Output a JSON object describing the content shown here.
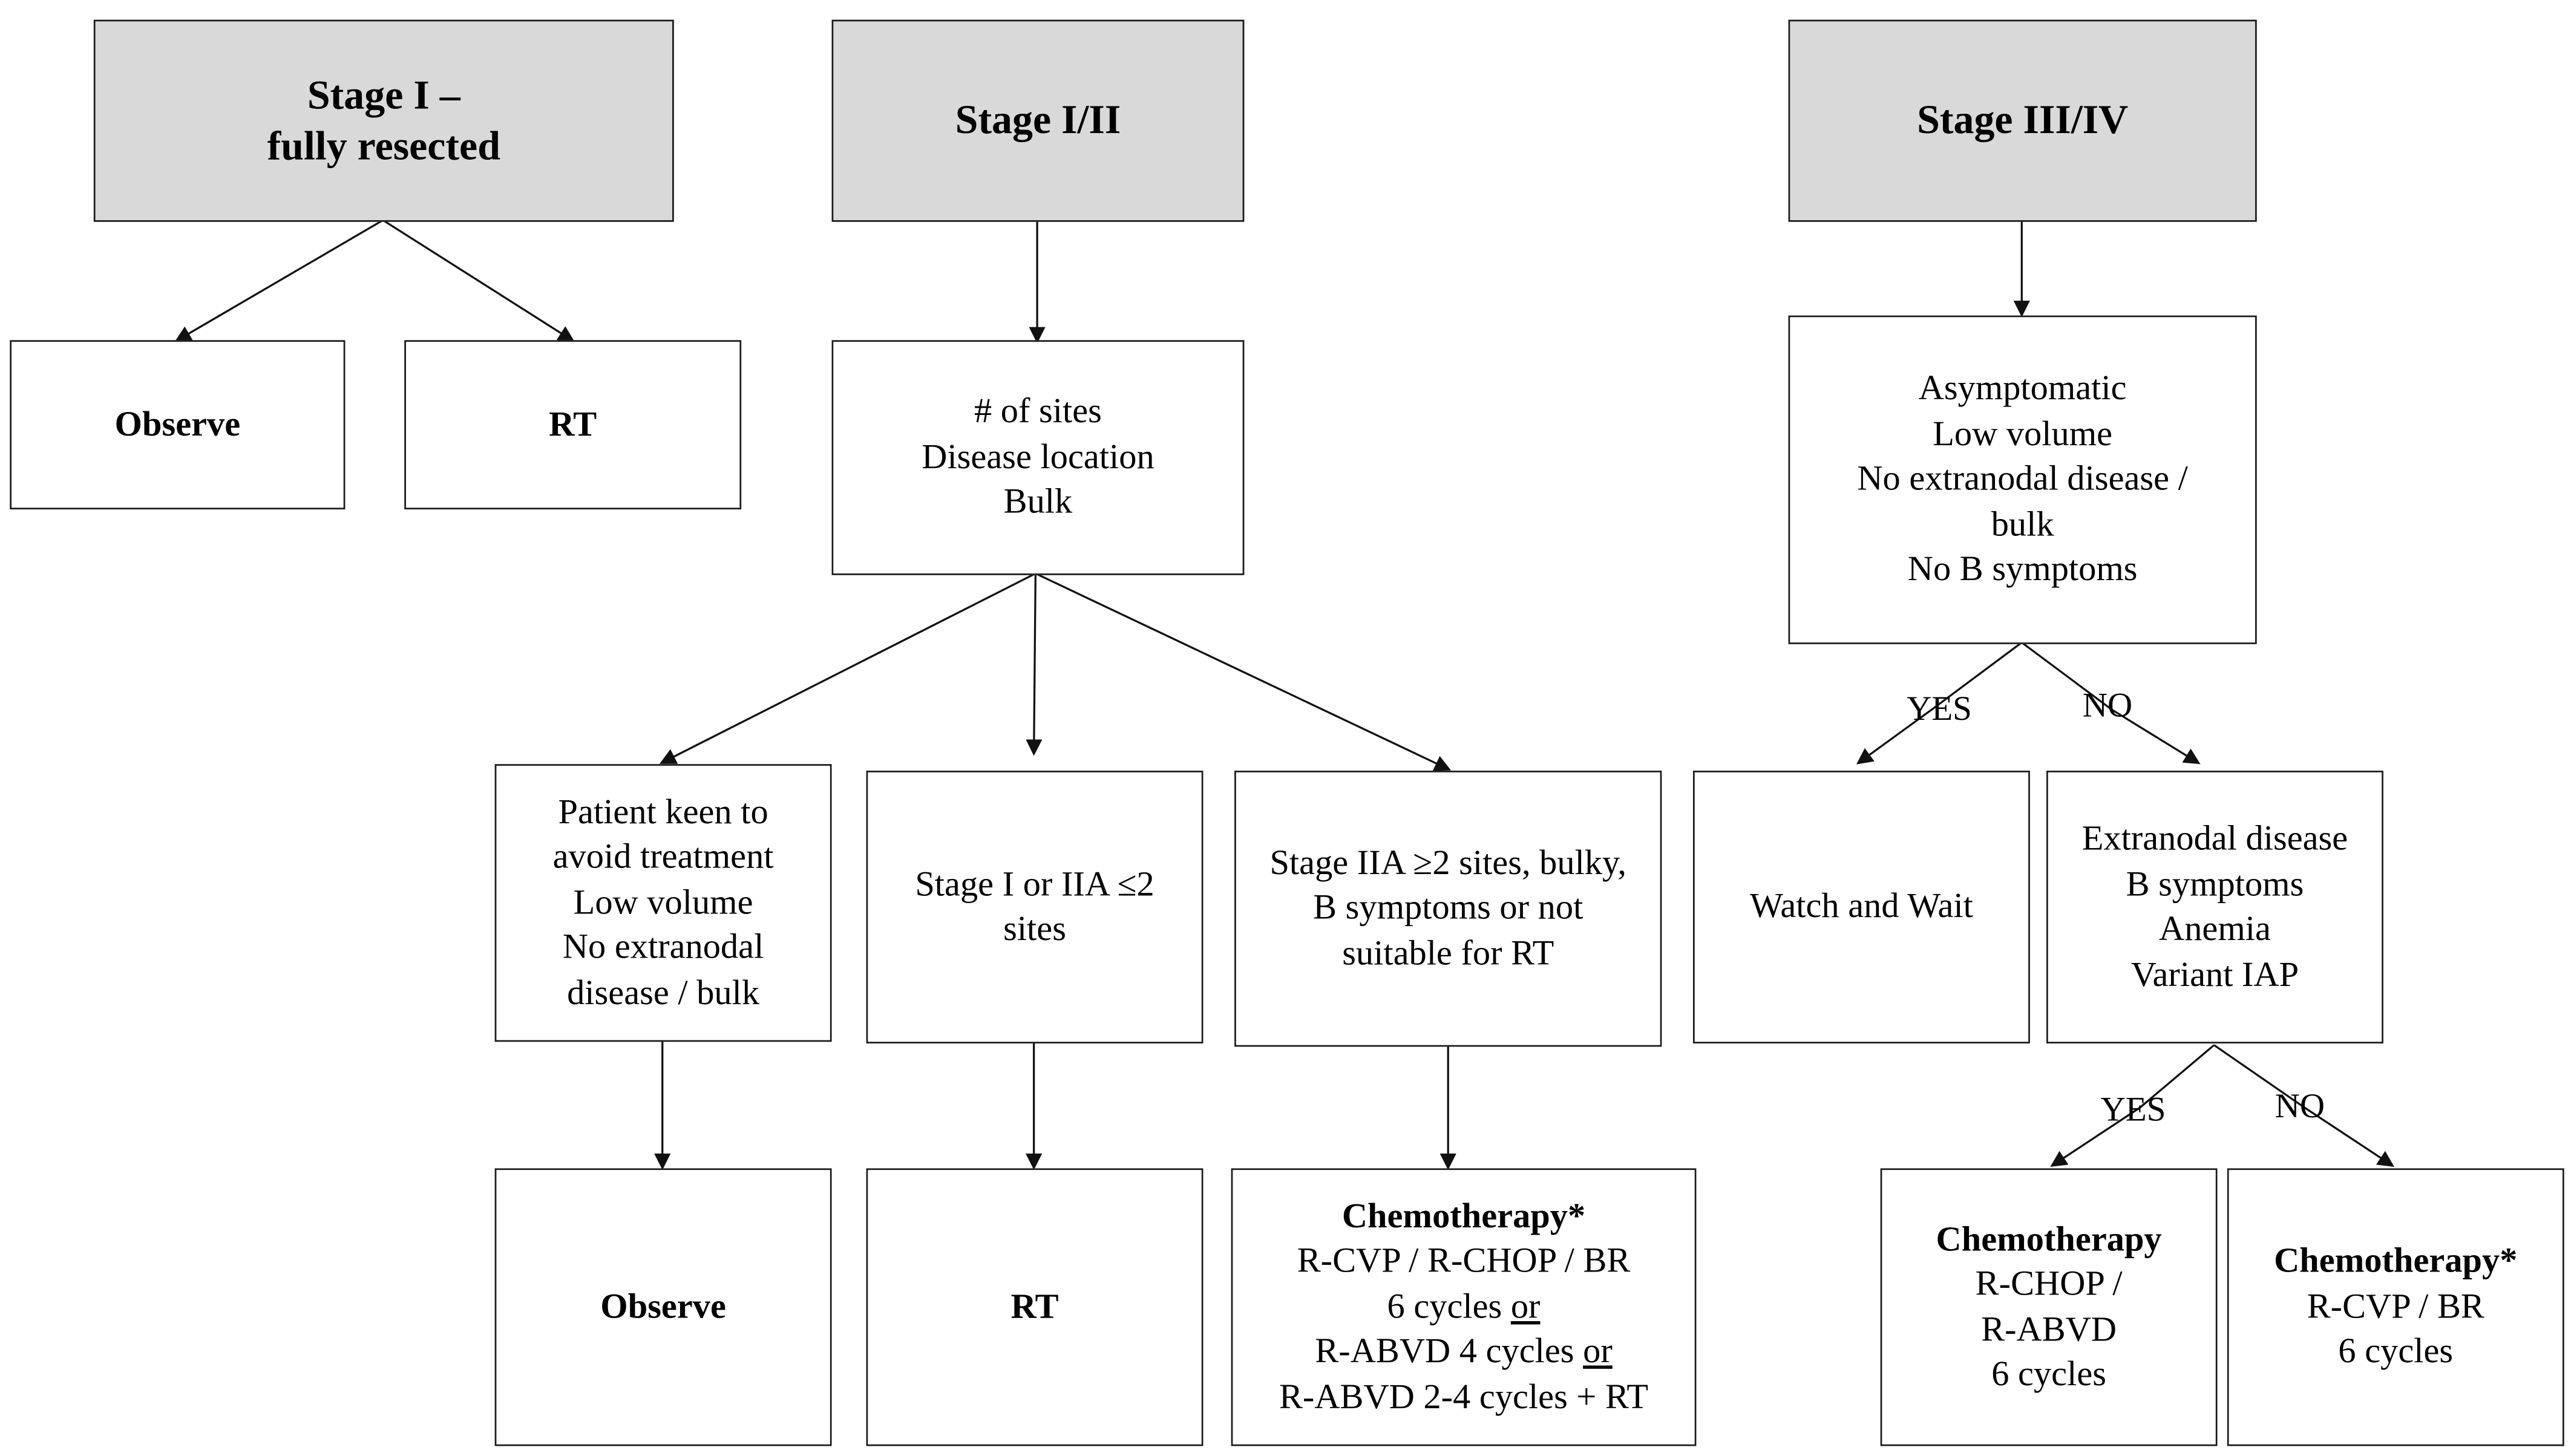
{
  "headers": {
    "stage1": [
      "Stage I –",
      "fully resected"
    ],
    "stage12": "Stage I/II",
    "stage34": "Stage III/IV"
  },
  "stage1_branch": {
    "observe": "Observe",
    "rt": "RT"
  },
  "stage12_branch": {
    "criteria": [
      "# of sites",
      "Disease location",
      "Bulk"
    ],
    "option_a": [
      "Patient keen to",
      "avoid treatment",
      "Low volume",
      "No extranodal",
      "disease / bulk"
    ],
    "option_b": [
      "Stage I or IIA ≤2",
      "sites"
    ],
    "option_c": [
      "Stage IIA ≥2 sites, bulky,",
      "B symptoms or not",
      "suitable for RT"
    ],
    "outcome_a": "Observe",
    "outcome_b": "RT",
    "outcome_c": {
      "title": "Chemotherapy*",
      "line1": "R-CVP / R-CHOP / BR",
      "line2_prefix": "6 cycles ",
      "line2_or": "or",
      "line3_prefix": "R-ABVD 4 cycles ",
      "line3_or": "or",
      "line4": "R-ABVD 2-4 cycles + RT"
    }
  },
  "stage34_branch": {
    "criteria": [
      "Asymptomatic",
      "Low volume",
      "No extranodal disease /",
      "bulk",
      "No B symptoms"
    ],
    "yes_label": "YES",
    "no_label": "NO",
    "watch": "Watch and Wait",
    "second_criteria": [
      "Extranodal disease",
      "B symptoms",
      "Anemia",
      "Variant IAP"
    ],
    "yes_label_2": "YES",
    "no_label_2": "NO",
    "chemo_left": {
      "title": "Chemotherapy",
      "lines": [
        "R-CHOP /",
        "R-ABVD",
        "6 cycles"
      ]
    },
    "chemo_right": {
      "title": "Chemotherapy*",
      "lines": [
        "R-CVP / BR",
        "6 cycles"
      ]
    }
  }
}
